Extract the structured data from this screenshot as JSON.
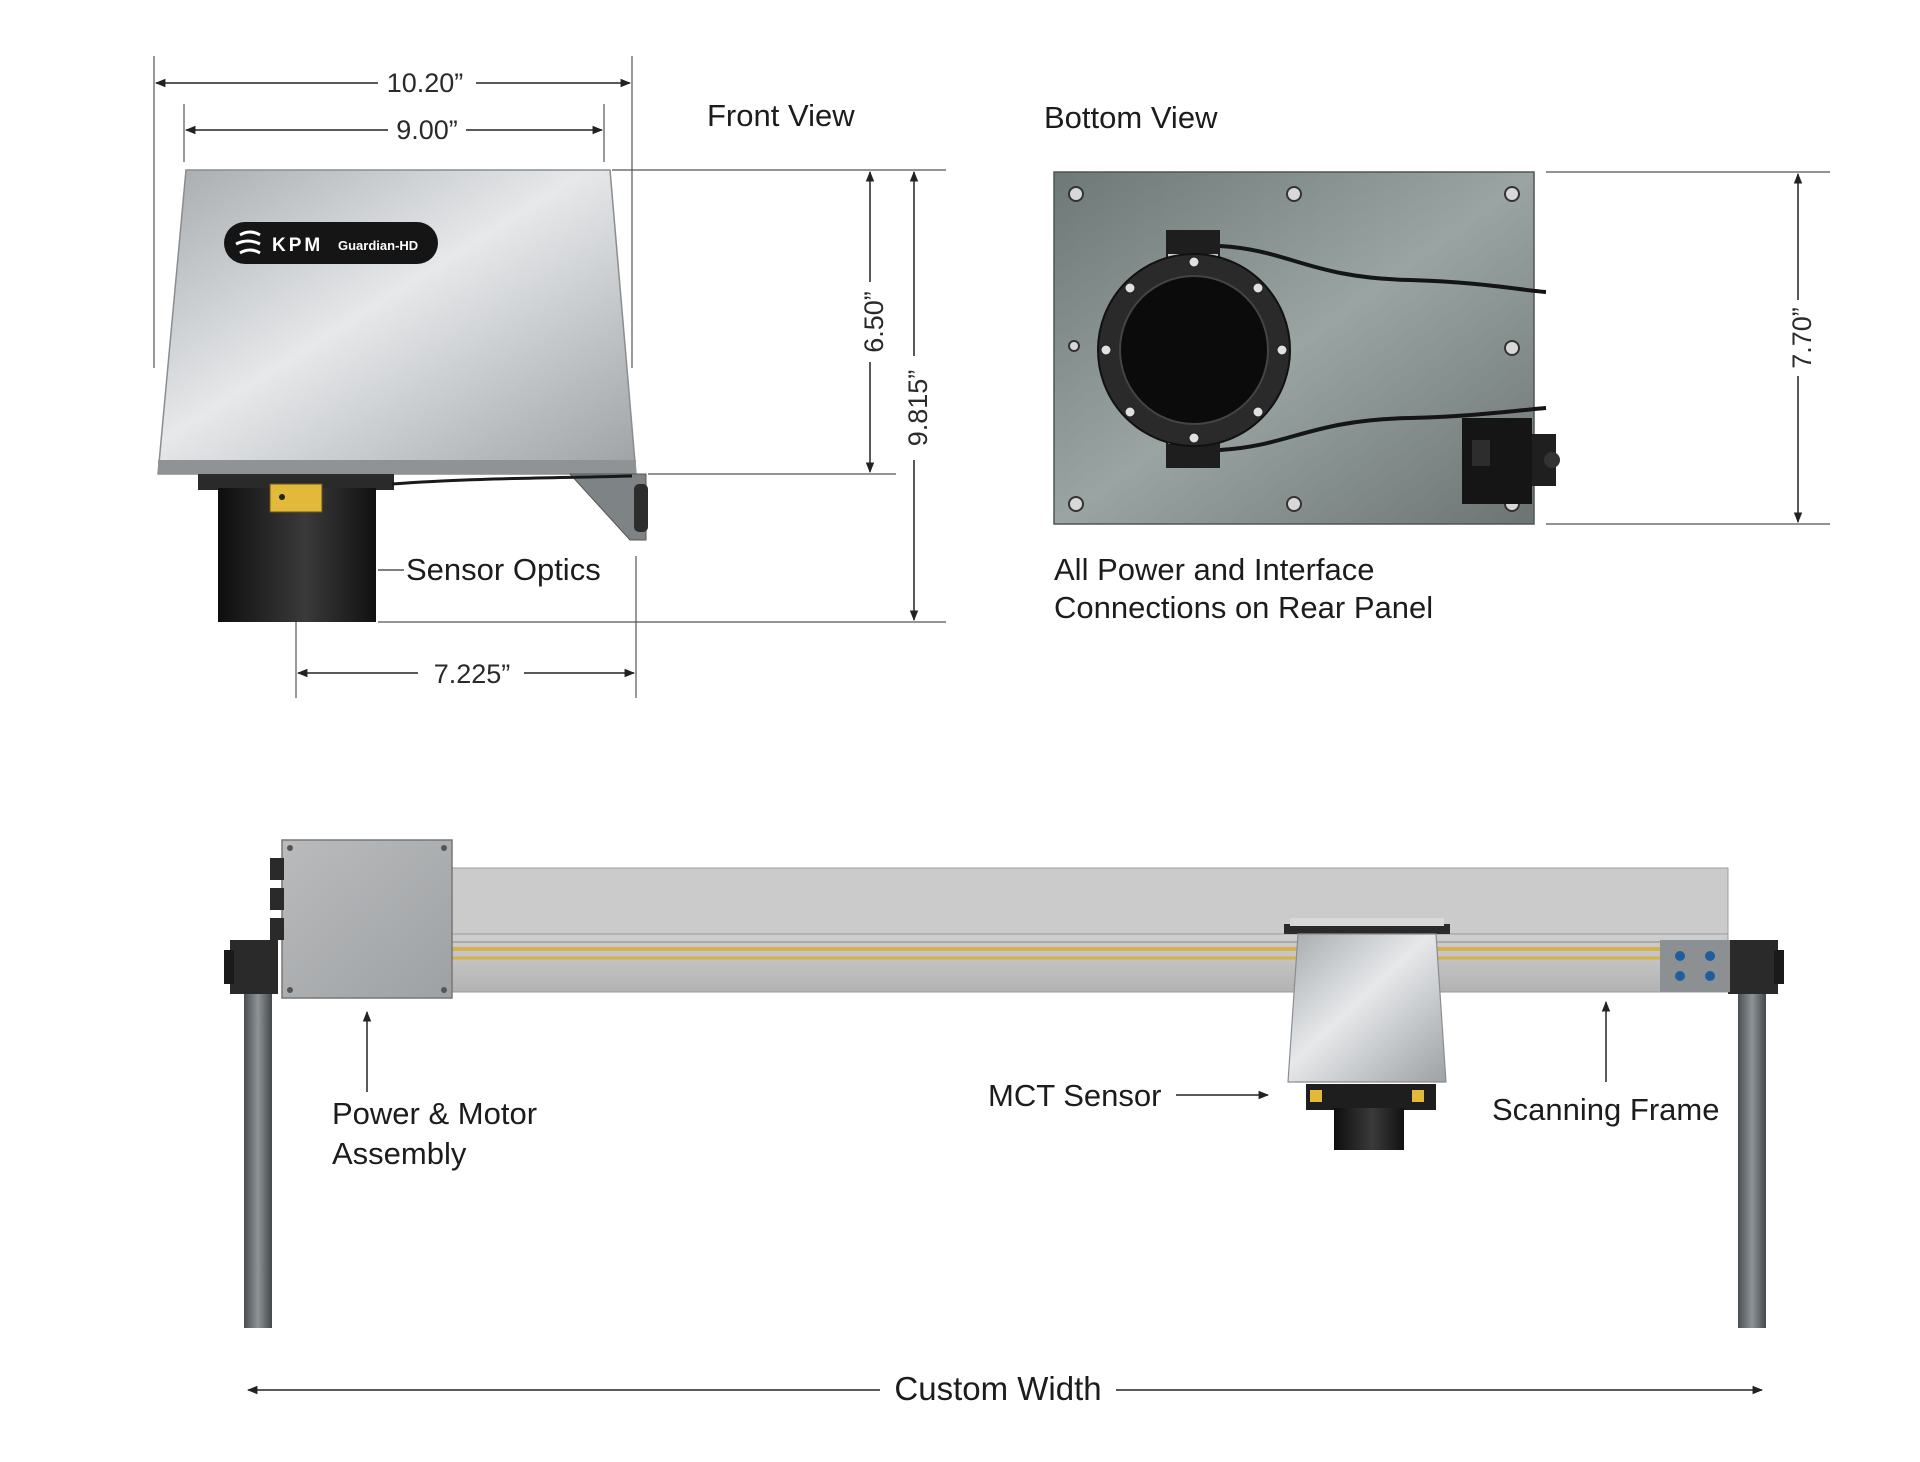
{
  "views": {
    "front": "Front View",
    "bottom": "Bottom View"
  },
  "brand": {
    "logo": "KPM",
    "model": "Guardian-HD"
  },
  "dimensions": {
    "overall_width": "10.20”",
    "body_width": "9.00”",
    "body_height": "6.50”",
    "overall_height": "9.815”",
    "optics_offset": "7.225”",
    "bottom_depth": "7.70”",
    "custom_width": "Custom Width"
  },
  "labels": {
    "sensor_optics": "Sensor Optics",
    "rear_panel_1": "All Power and Interface",
    "rear_panel_2": "Connections on Rear Panel",
    "power_motor_1": "Power & Motor",
    "power_motor_2": "Assembly",
    "mct_sensor": "MCT Sensor",
    "scanning_frame": "Scanning Frame"
  },
  "colors": {
    "housing": "#b9bcbe",
    "plate": "#7f8a88",
    "dark": "#1c1c1c",
    "accent_yellow": "#e2b93b",
    "frame": "#c8c8c8"
  }
}
